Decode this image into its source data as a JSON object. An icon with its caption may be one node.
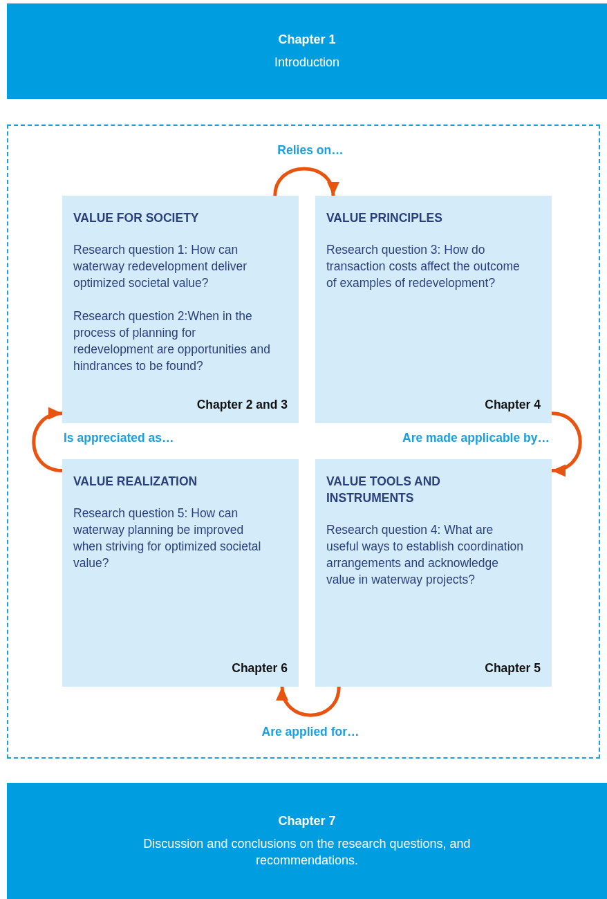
{
  "diagram": {
    "nodes": [
      {
        "text": [
          "Chapter 1",
          "Introduction"
        ]
      },
      {
        "text": [],
        "shape": "box"
      },
      {
        "text": [
          "VALUE FOR SOCIETY",
          "Research question 1: How can waterway redevelopment deliver optimized societal value?",
          "Research question 2:When in the process of planning for redevelopment are opportunities and hindrances to be found?",
          "Chapter 2 and 3"
        ],
        "in": 1
      },
      {
        "text": [
          "VALUE PRINCIPLES",
          "Research question 3: How do transaction costs affect the outcome of examples of redevelopment?",
          "Chapter 4"
        ],
        "in": 1
      },
      {
        "text": [
          "VALUE REALIZATION",
          "Research question 5: How can waterway planning be improved when striving for optimized societal value?",
          "Chapter 6"
        ],
        "in": 1
      },
      {
        "text": [
          "VALUE TOOLS AND INSTRUMENTS",
          "Research question 4: What are useful ways to establish coordination arrangements and acknowledge value in waterway projects?",
          "Chapter 5"
        ],
        "in": 1
      },
      {
        "text": [
          "Chapter 7",
          "Discussion and conclusions on the research questions, and recommendations."
        ]
      }
    ],
    "edges": [
      {
        "from": 2,
        "to": 3,
        "arrow": "to",
        "label": "Relies on…"
      },
      {
        "from": 3,
        "to": 5,
        "arrow": "to",
        "label": "Are made applicable by…"
      },
      {
        "from": 5,
        "to": 4,
        "arrow": "to",
        "label": "Are applied for…"
      },
      {
        "from": 4,
        "to": 2,
        "arrow": "to",
        "label": "Is appreciated as…"
      }
    ]
  }
}
